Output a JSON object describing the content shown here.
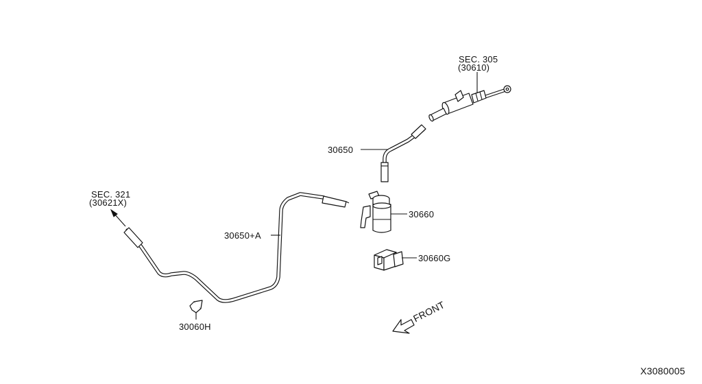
{
  "diagram": {
    "labels": {
      "sec305": "SEC. 305",
      "sec305_ref": "(30610)",
      "sec321": "SEC. 321",
      "sec321_ref": "(30621X)",
      "pipe_upper": "30650",
      "pipe_lower": "30650+A",
      "tank": "30660",
      "bracket": "30660G",
      "clip": "30060H",
      "front": "FRONT",
      "drawing_code": "X3080005"
    },
    "colors": {
      "line": "#111111",
      "background": "#ffffff"
    }
  }
}
